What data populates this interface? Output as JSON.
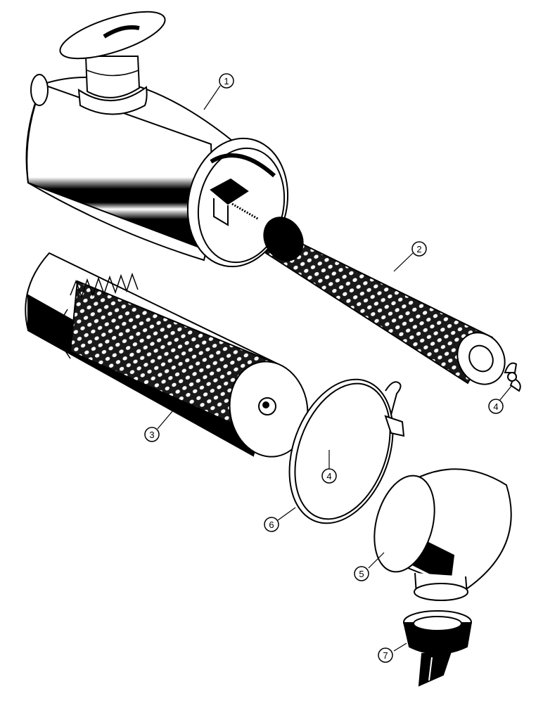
{
  "callouts": [
    {
      "label": "1",
      "part": "air-cleaner-housing"
    },
    {
      "label": "2",
      "part": "inner-filter-element"
    },
    {
      "label": "3",
      "part": "outer-filter-element"
    },
    {
      "label": "4",
      "part": "wing-nut"
    },
    {
      "label": "4",
      "part": "wing-nut"
    },
    {
      "label": "6",
      "part": "end-cover"
    },
    {
      "label": "5",
      "part": "cap"
    },
    {
      "label": "7",
      "part": "dust-valve"
    }
  ],
  "colors": {
    "line": "#000000",
    "fill": "#ffffff"
  }
}
